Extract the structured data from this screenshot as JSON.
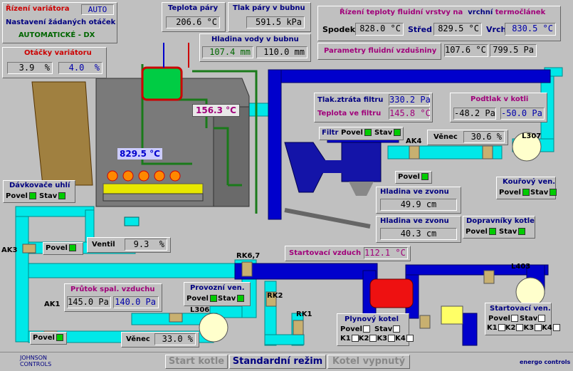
{
  "variator": {
    "title": "Řízení variátora",
    "mode": "AUTO",
    "setpoint_label": "Nastavení žádaných otáček",
    "auto_label": "AUTOMATICKÉ - DX"
  },
  "speed": {
    "title": "Otáčky variátoru",
    "value1": "3.9",
    "unit1": "%",
    "value2": "4.0",
    "unit2": "%"
  },
  "steam_temp": {
    "title": "Teplota páry",
    "value": "206.6 °C"
  },
  "steam_pressure": {
    "title": "Tlak páry v bubnu",
    "value": "591.5 kPa"
  },
  "water_level": {
    "title": "Hladina vody v bubnu",
    "value1": "107.4 mm",
    "value2": "110.0 mm"
  },
  "fluid_temp": {
    "title": "Řízení teploty fluidní vrstvy na",
    "title_highlight": "vrchní",
    "title_end": "termočlánek",
    "bottom_label": "Spodek",
    "bottom_value": "828.0 °C",
    "mid_label": "Střed",
    "mid_value": "829.5 °C",
    "top_label": "Vrch",
    "top_value": "830.5 °C"
  },
  "fluid_params": {
    "title": "Parametry fluidní vzdušniny",
    "value1": "107.6 °C",
    "value2": "799.5 Pa"
  },
  "furnace_temp": "829.5 °C",
  "drum_temp": "156.3 °C",
  "filter": {
    "dp_label": "Tlak.ztráta filtru",
    "dp_value": "330.2 Pa",
    "temp_label": "Teplota ve filtru",
    "temp_value": "145.8 °C",
    "cmd": "Filtr",
    "povel": "Povel",
    "stav": "Stav"
  },
  "underpressure": {
    "title": "Podtlak v kotli",
    "value1": "-48.2 Pa",
    "value2": "-50.0 Pa"
  },
  "crown": {
    "label": "Věnec",
    "value": "30.6 %"
  },
  "crown2": {
    "label": "Věnec",
    "value": "33.0 %"
  },
  "labels": {
    "L307": "L307",
    "AK4": "AK4",
    "L306": "L306",
    "L403": "L403",
    "AK3": "AK3",
    "AK1": "AK1",
    "RK67": "RK6,7",
    "RK2": "RK2",
    "RK1": "RK1",
    "povel": "Povel",
    "stav": "Stav",
    "K1": "K1",
    "K2": "K2",
    "K3": "K3",
    "K4": "K4"
  },
  "coal_feed": {
    "title": "Dávkovače uhlí"
  },
  "smoke_fan": {
    "title": "Kouřový ven."
  },
  "bell1": {
    "title": "Hladina ve zvonu",
    "value": "49.9 cm"
  },
  "bell2": {
    "title": "Hladina ve zvonu",
    "value": "40.3 cm"
  },
  "conveyors": {
    "title": "Dopravníky kotle"
  },
  "valve": {
    "label": "Ventil",
    "value": "9.3",
    "unit": "%"
  },
  "start_air": {
    "title": "Startovací vzduch",
    "value": "112.1 °C"
  },
  "comb_air": {
    "title": "Průtok spal. vzduchu",
    "value1": "145.0 Pa",
    "value2": "140.0 Pa"
  },
  "op_fan": {
    "title": "Provozní ven."
  },
  "gas_boiler": {
    "title": "Plynový kotel"
  },
  "start_fan": {
    "title": "Startovací ven."
  },
  "footer": {
    "johnson": "JOHNSON CONTROLS",
    "btn_start": "Start kotle",
    "btn_std": "Standardní režim",
    "btn_off": "Kotel vypnutý",
    "energo": "energo controls"
  },
  "colors": {
    "duct_cyan": "#00e8e8",
    "duct_blue": "#0000cc",
    "pipe_green": "#1a7a1a",
    "boiler_gray": "#7a7a7a"
  }
}
